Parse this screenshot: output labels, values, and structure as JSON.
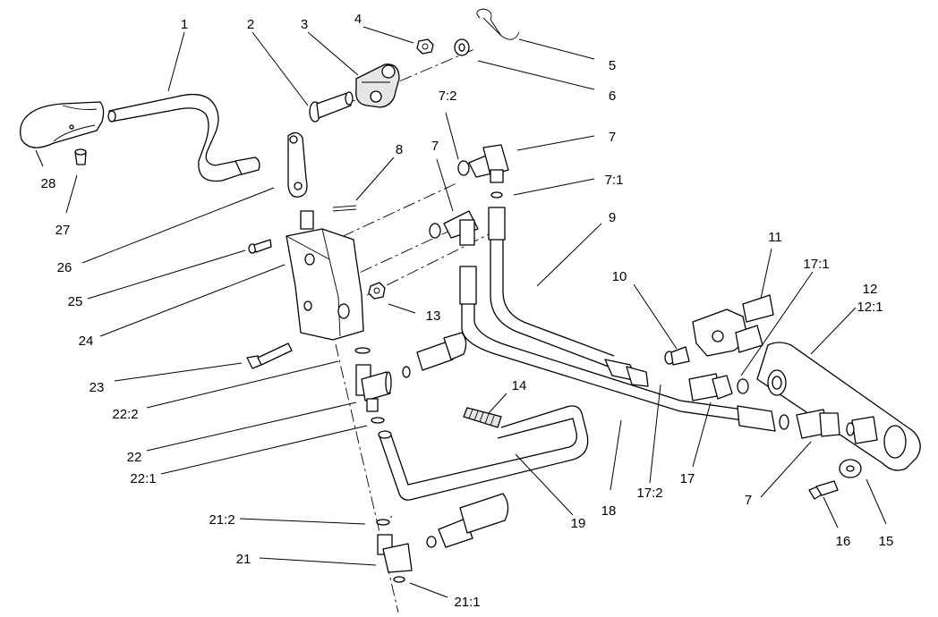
{
  "callouts": {
    "c1": "1",
    "c2": "2",
    "c3": "3",
    "c4": "4",
    "c5": "5",
    "c6": "6",
    "c7_2": "7:2",
    "c7a": "7",
    "c7b": "7",
    "c7_1": "7:1",
    "c8": "8",
    "c9": "9",
    "c10": "10",
    "c11": "11",
    "c17_1": "17:1",
    "c12": "12",
    "c12_1": "12:1",
    "c28": "28",
    "c27": "27",
    "c26": "26",
    "c25": "25",
    "c24": "24",
    "c13": "13",
    "c23": "23",
    "c22_2": "22:2",
    "c22": "22",
    "c22_1": "22:1",
    "c14": "14",
    "c19": "19",
    "c18": "18",
    "c17_2": "17:2",
    "c17": "17",
    "c7c": "7",
    "c16": "16",
    "c15": "15",
    "c21_2": "21:2",
    "c21": "21",
    "c21_1": "21:1"
  },
  "colors": {
    "line": "#000000",
    "background": "#ffffff",
    "shade": "#e6e6e6"
  }
}
